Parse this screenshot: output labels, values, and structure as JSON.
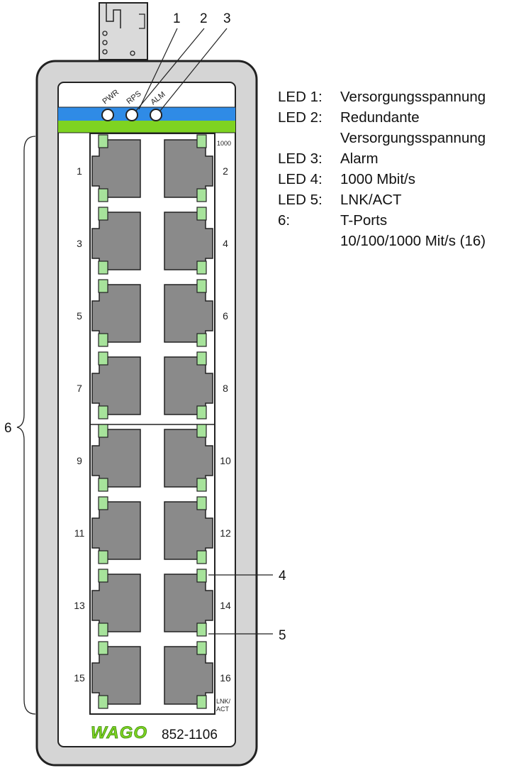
{
  "callouts": {
    "c1": "1",
    "c2": "2",
    "c3": "3",
    "c4": "4",
    "c5": "5",
    "c6": "6"
  },
  "leds_top": {
    "pwr": "PWR",
    "rps": "RPS",
    "alm": "ALM"
  },
  "port_labels": {
    "speed_1000": "1000",
    "lnk_act_line1": "LNK/",
    "lnk_act_line2": "ACT"
  },
  "ports": [
    "1",
    "2",
    "3",
    "4",
    "5",
    "6",
    "7",
    "8",
    "9",
    "10",
    "11",
    "12",
    "13",
    "14",
    "15",
    "16"
  ],
  "brand": {
    "logo_text": "WAGO",
    "model": "852-1106"
  },
  "legend": [
    {
      "key": "LED 1:",
      "text": "Versorgungsspannung"
    },
    {
      "key": "LED 2:",
      "text": "Redundante"
    },
    {
      "key": "",
      "text": "Versorgungsspannung"
    },
    {
      "key": "LED 3:",
      "text": "Alarm"
    },
    {
      "key": "LED 4:",
      "text": "1000 Mbit/s"
    },
    {
      "key": "LED 5:",
      "text": "LNK/ACT"
    },
    {
      "key": "6:",
      "text": "T-Ports"
    },
    {
      "key": "",
      "text": "10/100/1000 Mit/s (16)"
    }
  ],
  "colors": {
    "blue_band": "#2f8be6",
    "green_band": "#7ed321",
    "led_green": "#a7e39b",
    "port_gray": "#8a8a8a",
    "housing_gray": "#d4d4d4"
  }
}
